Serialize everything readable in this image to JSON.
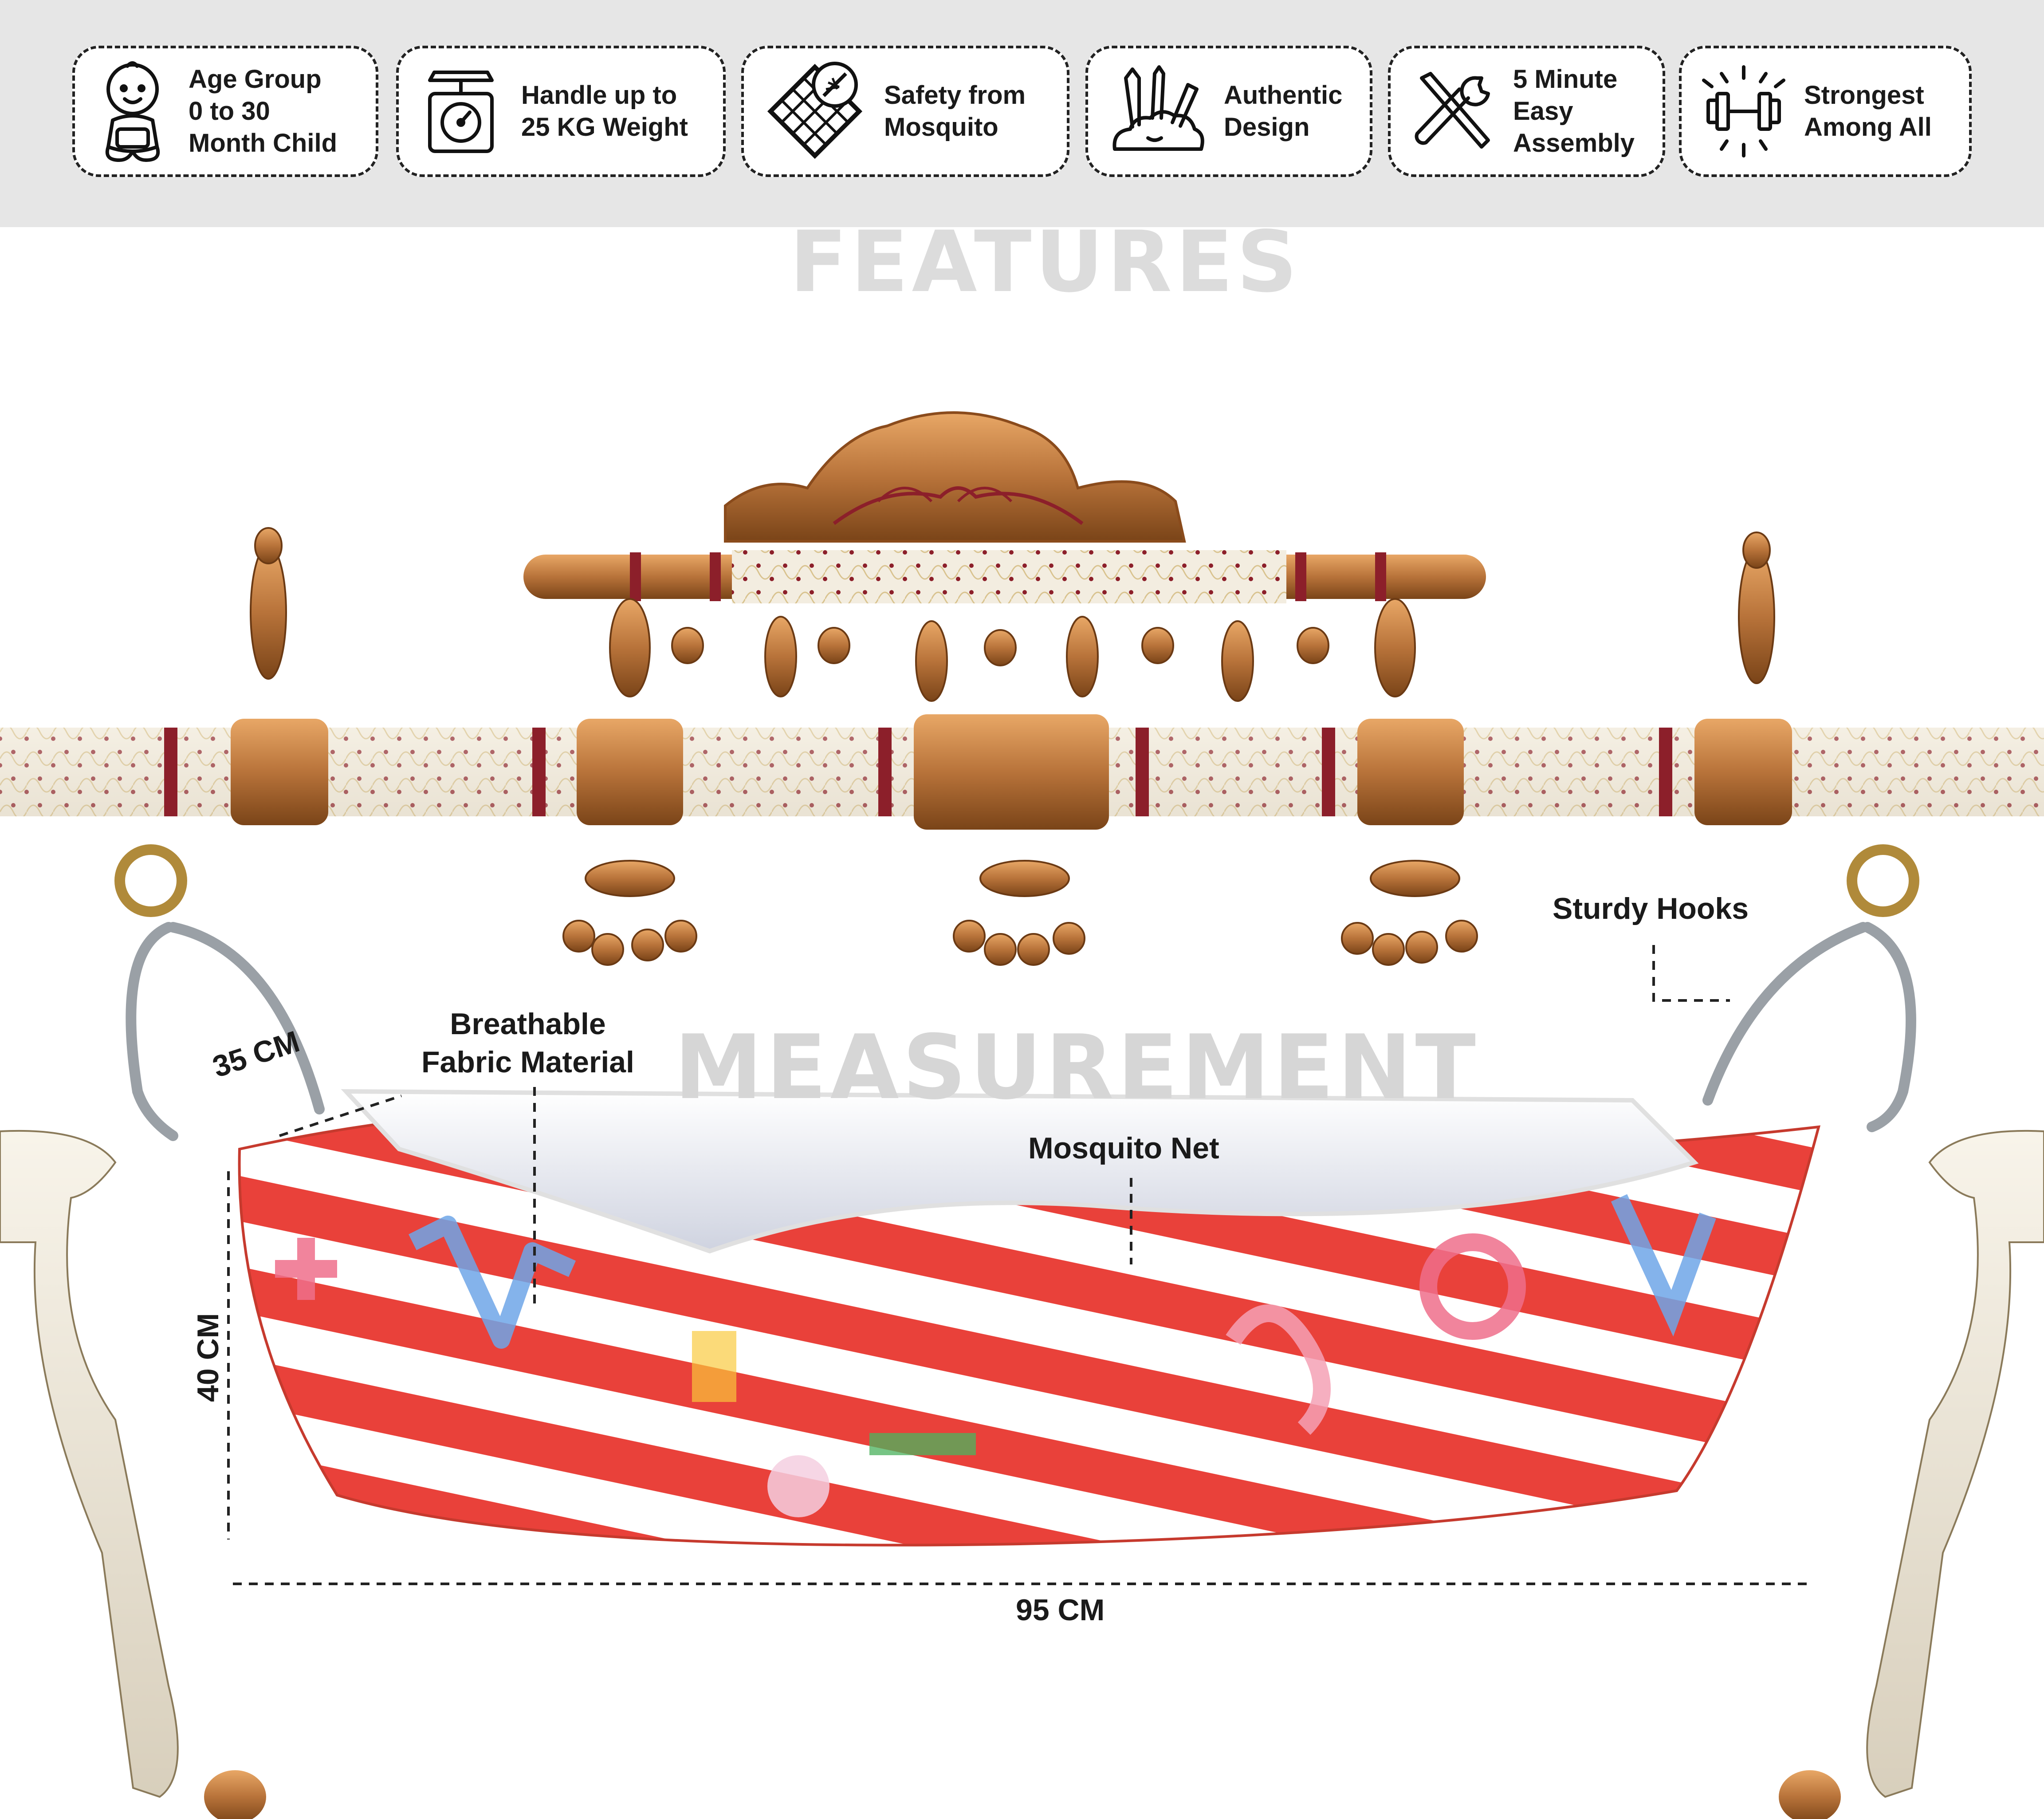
{
  "features": [
    {
      "icon": "baby-icon",
      "lines": [
        "Age Group",
        "0 to 30",
        "Month Child"
      ]
    },
    {
      "icon": "weighing-scale-icon",
      "lines": [
        "Handle up to",
        "25 KG Weight"
      ]
    },
    {
      "icon": "mosquito-net-icon",
      "lines": [
        "Safety from",
        "Mosquito"
      ]
    },
    {
      "icon": "art-tools-icon",
      "lines": [
        "Authentic",
        "Design"
      ]
    },
    {
      "icon": "tools-icon",
      "lines": [
        "5 Minute",
        "Easy",
        "Assembly"
      ]
    },
    {
      "icon": "dumbbell-icon",
      "lines": [
        "Strongest",
        "Among All"
      ]
    }
  ],
  "headings": {
    "features": "FEATURES",
    "measurement": "MEASUREMENT"
  },
  "callouts": {
    "breathable_line1": "Breathable",
    "breathable_line2": "Fabric Material",
    "mosquito_net": "Mosquito Net",
    "sturdy_hooks": "Sturdy Hooks"
  },
  "dimensions": {
    "depth": "35 CM",
    "height": "40 CM",
    "width": "95 CM"
  },
  "colors": {
    "banner": "#e6e6e6",
    "gold": "#b8733a",
    "maroon": "#8c1f2a",
    "ivory": "#f3ede0",
    "fabric_red": "#e9413a"
  }
}
